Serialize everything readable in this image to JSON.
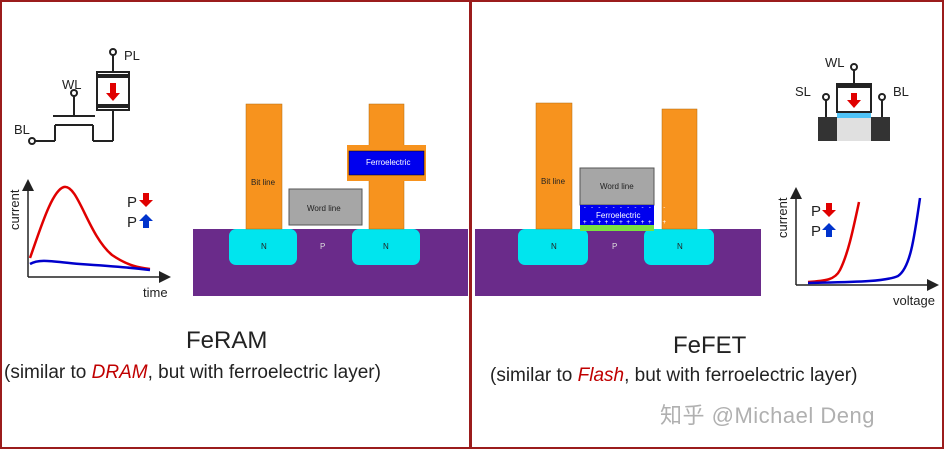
{
  "left": {
    "circuit": {
      "pl": "PL",
      "wl": "WL",
      "bl": "BL"
    },
    "graph": {
      "ylabel": "current",
      "xlabel": "time",
      "legend_down": "P",
      "legend_up": "P"
    },
    "device": {
      "bitline": "Bit line",
      "wordline": "Word line",
      "ferro": "Ferroelectric",
      "n1": "N",
      "p": "P",
      "n2": "N"
    },
    "title": "FeRAM",
    "sub_pre": "(similar to ",
    "sub_em": "DRAM",
    "sub_post": ", but with ferroelectric layer)"
  },
  "right": {
    "circuit": {
      "wl": "WL",
      "sl": "SL",
      "bl": "BL"
    },
    "graph": {
      "ylabel": "current",
      "xlabel": "voltage",
      "legend_down": "P",
      "legend_up": "P"
    },
    "device": {
      "bitline": "Bit line",
      "wordline": "Word line",
      "ferro": "Ferroelectric",
      "n1": "N",
      "p": "P",
      "n2": "N"
    },
    "title": "FeFET",
    "sub_pre": "(similar to ",
    "sub_em": "Flash",
    "sub_post": ", but with ferroelectric layer)"
  },
  "watermark": "知乎 @Michael Deng",
  "colors": {
    "divider": "#9b1c1c",
    "substrate": "#6a2b8a",
    "ndoping": "#00e5ee",
    "metal": "#f7931e",
    "gate": "#a6a6a6",
    "ferro": "#0000ee",
    "arrow_red": "#e00000",
    "arrow_blue": "#0033cc"
  }
}
